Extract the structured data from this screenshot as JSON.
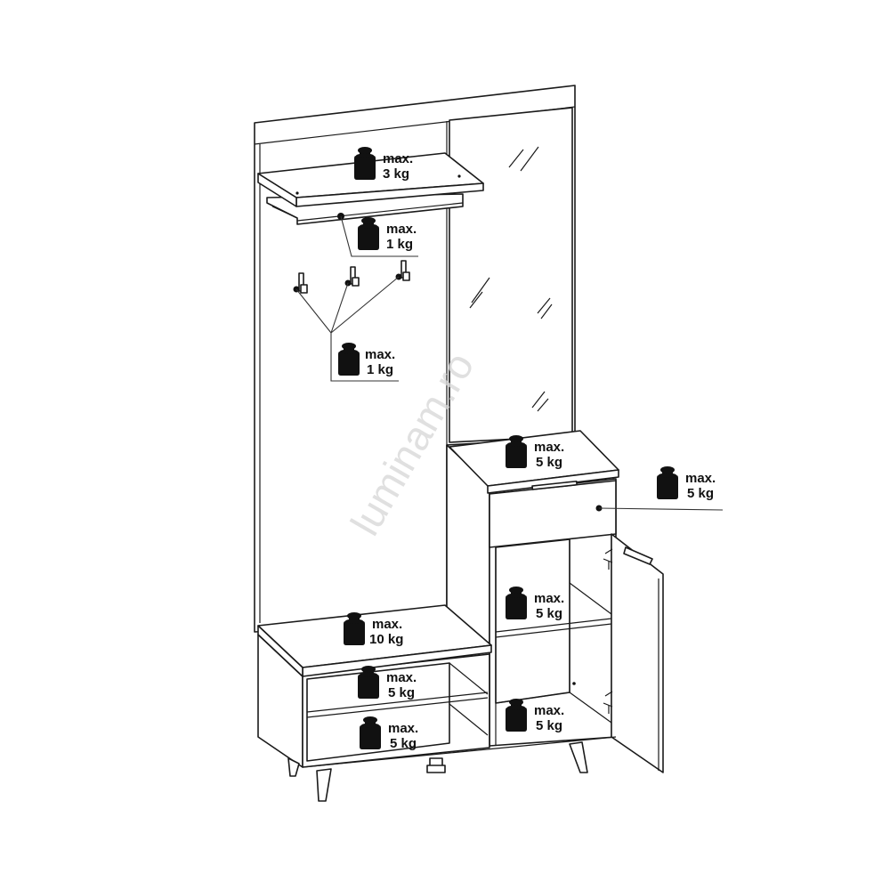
{
  "watermark": "luminam.ro",
  "load_labels": [
    {
      "id": "top-shelf",
      "line1": "max.",
      "line2": "3 kg"
    },
    {
      "id": "hanging-rail",
      "line1": "max.",
      "line2": "1 kg"
    },
    {
      "id": "coat-hooks",
      "line1": "max.",
      "line2": "1 kg"
    },
    {
      "id": "cabinet-top",
      "line1": "max.",
      "line2": "5 kg"
    },
    {
      "id": "drawer",
      "line1": "max.",
      "line2": "5 kg"
    },
    {
      "id": "cabinet-upper-shelf",
      "line1": "max.",
      "line2": "5 kg"
    },
    {
      "id": "bench-top",
      "line1": "max.",
      "line2": "10 kg"
    },
    {
      "id": "bench-upper-compartment",
      "line1": "max.",
      "line2": "5 kg"
    },
    {
      "id": "bench-lower-compartment",
      "line1": "max.",
      "line2": "5 kg"
    },
    {
      "id": "cabinet-bottom",
      "line1": "max.",
      "line2": "5 kg"
    }
  ],
  "colors": {
    "line": "#1a1a1a",
    "weight": "#111111",
    "watermark": "#d9d9d9"
  }
}
